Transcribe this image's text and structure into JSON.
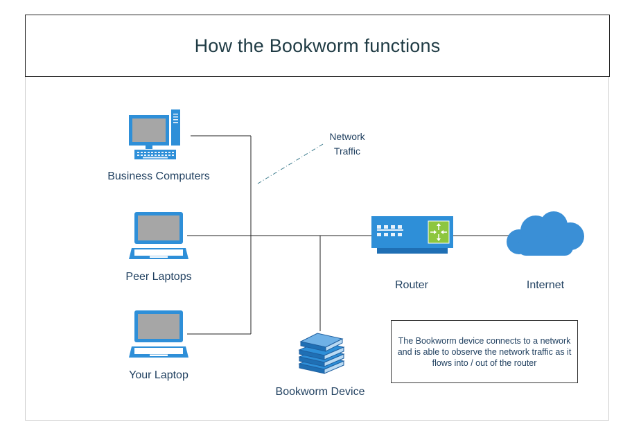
{
  "title": "How the Bookworm functions",
  "nodes": {
    "business_computers": "Business Computers",
    "peer_laptops": "Peer Laptops",
    "your_laptop": "Your Laptop",
    "bookworm_device": "Bookworm Device",
    "router": "Router",
    "internet": "Internet"
  },
  "annotation": {
    "line1": "Network",
    "line2": "Traffic"
  },
  "note": "The Bookworm device connects to a network and is able to observe the network traffic as it flows into / out of the router",
  "colors": {
    "icon_blue": "#2e8fd8",
    "icon_dark": "#1f6fb4",
    "screen_gray": "#a6a6a6",
    "cloud_blue": "#3a8fd6",
    "switch_green": "#8dc63f"
  },
  "icons": [
    "desktop-computer-icon",
    "laptop-icon",
    "laptop-icon",
    "book-stack-icon",
    "router-switch-icon",
    "cloud-icon"
  ]
}
